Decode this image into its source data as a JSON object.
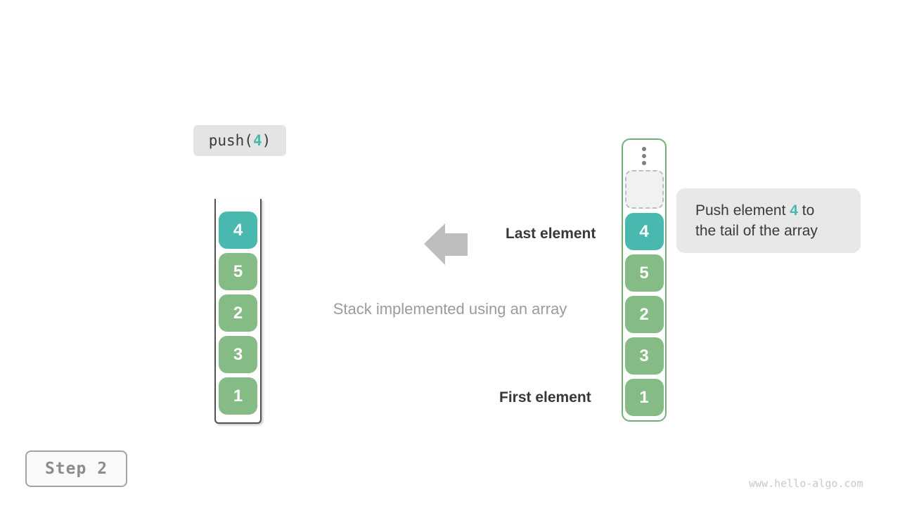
{
  "colors": {
    "teal": "#49b8af",
    "green": "#85bb85",
    "green_border": "#74b074",
    "badge_bg": "#e4e4e4",
    "callout_bg": "#e8e8e8",
    "text_dark": "#3a3a3a",
    "text_gray": "#9b9b9b",
    "arrow_gray": "#bdbdbd",
    "step_text": "#8c8c8c",
    "step_border": "#a3a3a3",
    "step_bg": "#fafafa",
    "watermark": "#c9c9c9",
    "dots": "#7e7e7e",
    "empty_bg": "#f1f1f1",
    "empty_border": "#bfbfbf",
    "stack_border": "#515151",
    "cell_text": "#ffffff"
  },
  "push_call": {
    "prefix": "push(",
    "arg": "4",
    "suffix": ")"
  },
  "left_stack": {
    "items": [
      {
        "value": "4",
        "highlight": true
      },
      {
        "value": "5",
        "highlight": false
      },
      {
        "value": "2",
        "highlight": false
      },
      {
        "value": "3",
        "highlight": false
      },
      {
        "value": "1",
        "highlight": false
      }
    ]
  },
  "right_stack": {
    "ellipsis": "vertical-dots",
    "empty_slot": true,
    "items": [
      {
        "value": "4",
        "highlight": true
      },
      {
        "value": "5",
        "highlight": false
      },
      {
        "value": "2",
        "highlight": false
      },
      {
        "value": "3",
        "highlight": false
      },
      {
        "value": "1",
        "highlight": false
      }
    ]
  },
  "annotations": {
    "last_element": "Last element",
    "first_element": "First element",
    "caption": "Stack implemented using an array"
  },
  "callout": {
    "line1_pre": "Push element ",
    "line1_value": "4",
    "line1_post": " to",
    "line2": "the tail of the array"
  },
  "step_badge": {
    "label": "Step 2"
  },
  "watermark": {
    "text": "www.hello-algo.com"
  }
}
